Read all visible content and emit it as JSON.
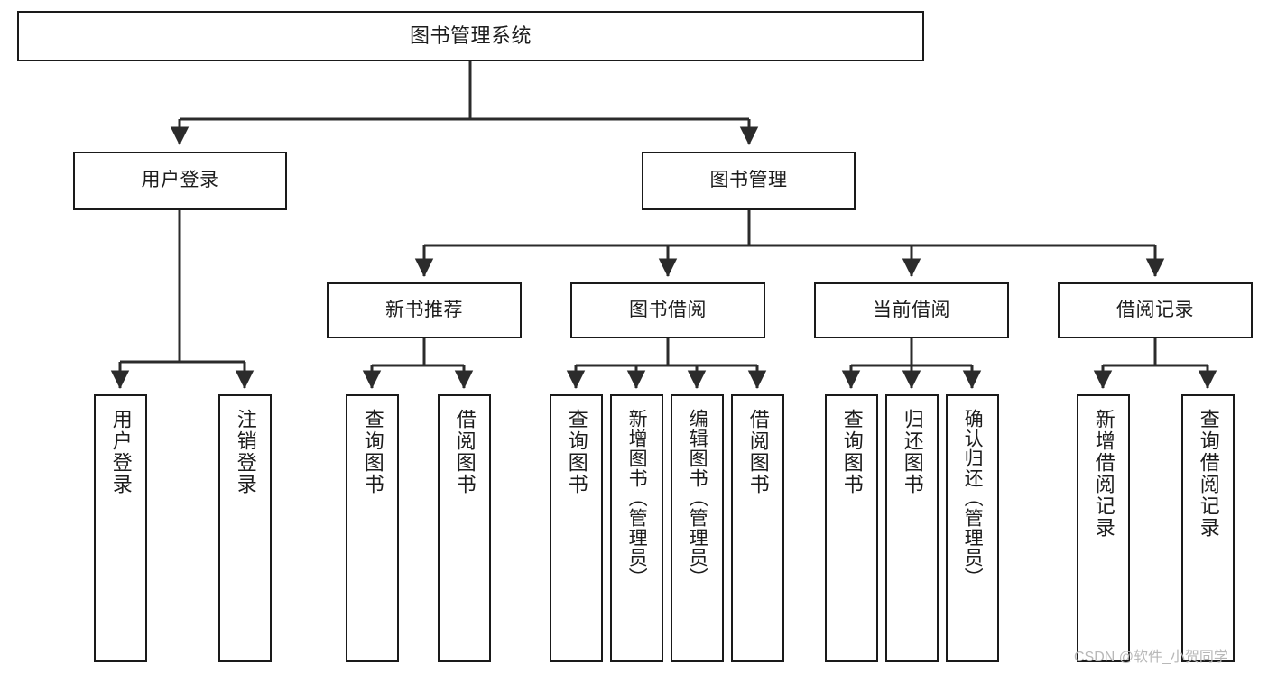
{
  "diagram": {
    "title": "图书管理系统",
    "watermark": "CSDN @软件_小贺同学",
    "colors": {
      "stroke": "#1a1a1a",
      "fill": "#ffffff",
      "text": "#1c1c1c",
      "watermark": "#b8b8b8"
    }
  },
  "nodes": {
    "root": {
      "label": "图书管理系统"
    },
    "level2": [
      {
        "label": "用户登录"
      },
      {
        "label": "图书管理"
      }
    ],
    "level3": [
      {
        "label": "新书推荐"
      },
      {
        "label": "图书借阅"
      },
      {
        "label": "当前借阅"
      },
      {
        "label": "借阅记录"
      }
    ],
    "leaves": {
      "user_login": [
        {
          "label": "用户登录"
        },
        {
          "label": "注销登录"
        }
      ],
      "new_book": [
        {
          "label": "查询图书"
        },
        {
          "label": "借阅图书"
        }
      ],
      "book_borrow": [
        {
          "label": "查询图书"
        },
        {
          "label": "新增图书（管理员）"
        },
        {
          "label": "编辑图书（管理员）"
        },
        {
          "label": "借阅图书"
        }
      ],
      "current_borrow": [
        {
          "label": "查询图书"
        },
        {
          "label": "归还图书"
        },
        {
          "label": "确认归还（管理员）"
        }
      ],
      "borrow_record": [
        {
          "label": "新增借阅记录"
        },
        {
          "label": "查询借阅记录"
        }
      ]
    }
  },
  "chart_data": {
    "type": "tree-diagram",
    "title": "图书管理系统",
    "root": "图书管理系统",
    "edges": [
      {
        "from": "图书管理系统",
        "to": "用户登录"
      },
      {
        "from": "图书管理系统",
        "to": "图书管理"
      },
      {
        "from": "用户登录",
        "to": "用户登录"
      },
      {
        "from": "用户登录",
        "to": "注销登录"
      },
      {
        "from": "图书管理",
        "to": "新书推荐"
      },
      {
        "from": "图书管理",
        "to": "图书借阅"
      },
      {
        "from": "图书管理",
        "to": "当前借阅"
      },
      {
        "from": "图书管理",
        "to": "借阅记录"
      },
      {
        "from": "新书推荐",
        "to": "查询图书"
      },
      {
        "from": "新书推荐",
        "to": "借阅图书"
      },
      {
        "from": "图书借阅",
        "to": "查询图书"
      },
      {
        "from": "图书借阅",
        "to": "新增图书（管理员）"
      },
      {
        "from": "图书借阅",
        "to": "编辑图书（管理员）"
      },
      {
        "from": "图书借阅",
        "to": "借阅图书"
      },
      {
        "from": "当前借阅",
        "to": "查询图书"
      },
      {
        "from": "当前借阅",
        "to": "归还图书"
      },
      {
        "from": "当前借阅",
        "to": "确认归还（管理员）"
      },
      {
        "from": "借阅记录",
        "to": "新增借阅记录"
      },
      {
        "from": "借阅记录",
        "to": "查询借阅记录"
      }
    ],
    "levels": 4,
    "orientation": "top-down"
  }
}
